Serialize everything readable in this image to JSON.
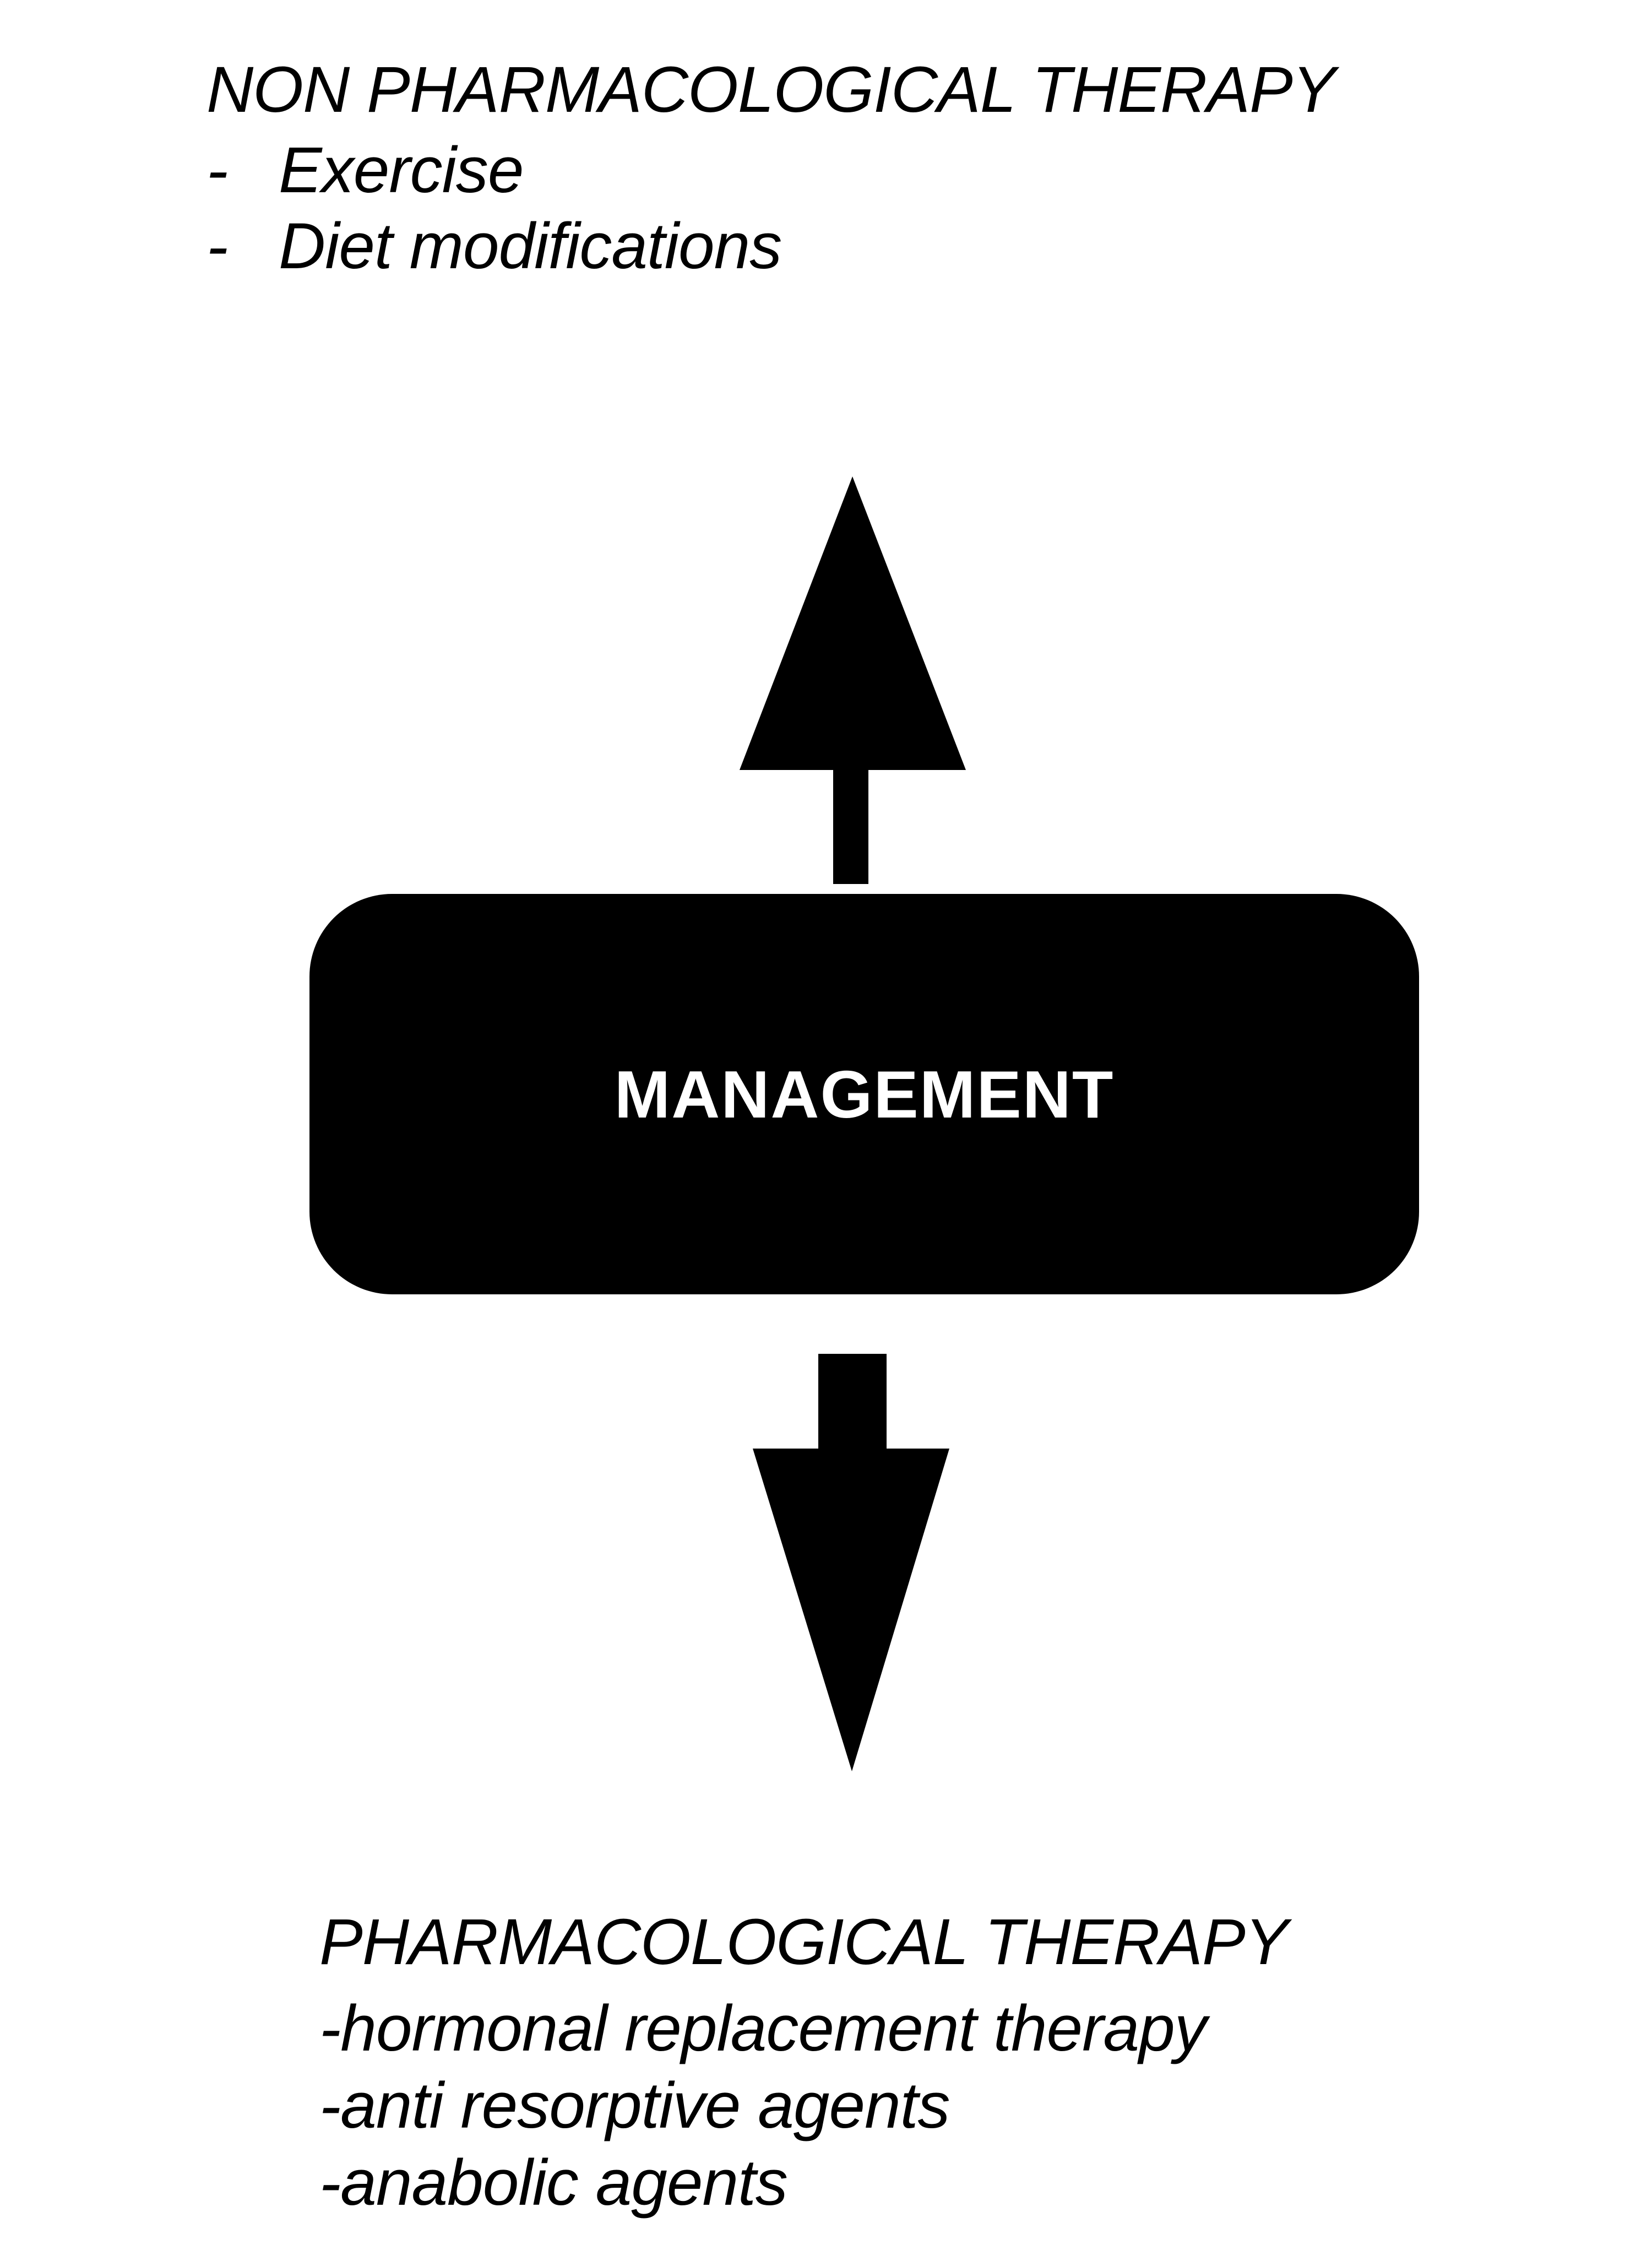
{
  "colors": {
    "background": "#ffffff",
    "ink": "#000000",
    "box_background": "#000000",
    "box_text": "#ffffff"
  },
  "top_section": {
    "title": "NON PHARMACOLOGICAL THERAPY",
    "items": [
      {
        "marker": "-",
        "label": "Exercise"
      },
      {
        "marker": "-",
        "label": "Diet modifications"
      }
    ]
  },
  "management_box": {
    "label": "MANAGEMENT"
  },
  "arrows": {
    "up": "up-arrow",
    "down": "down-arrow"
  },
  "bottom_section": {
    "title": "PHARMACOLOGICAL THERAPY",
    "items": [
      {
        "label": "-hormonal replacement therapy"
      },
      {
        "label": "-anti resorptive agents"
      },
      {
        "label": "-anabolic agents"
      }
    ]
  }
}
